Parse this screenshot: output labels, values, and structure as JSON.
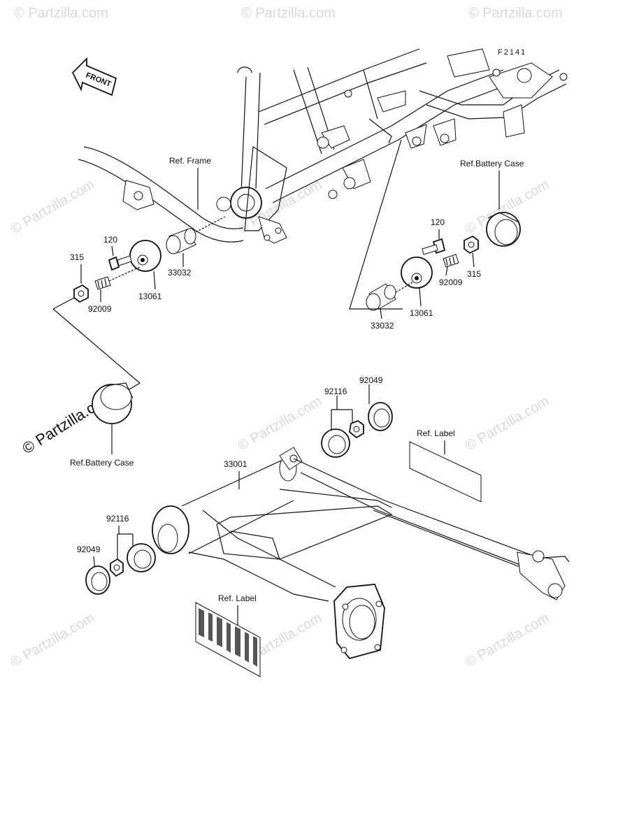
{
  "diagram": {
    "code": "F2141",
    "front_arrow": "FRONT",
    "watermark": "© Partzilla.com",
    "labels": {
      "ref_frame": "Ref. Frame",
      "ref_battery_case_top": "Ref.Battery Case",
      "ref_battery_case_left": "Ref.Battery Case",
      "ref_label_right": "Ref. Label",
      "ref_label_bottom": "Ref. Label"
    },
    "parts": {
      "left_120": "120",
      "left_315": "315",
      "left_92009": "92009",
      "left_13061": "13061",
      "left_33032": "33032",
      "right_120": "120",
      "right_315": "315",
      "right_92009": "92009",
      "right_13061": "13061",
      "right_33032": "33032",
      "top_92049": "92049",
      "top_92116": "92116",
      "arm_33001": "33001",
      "bottom_92116": "92116",
      "bottom_92049": "92049"
    }
  }
}
